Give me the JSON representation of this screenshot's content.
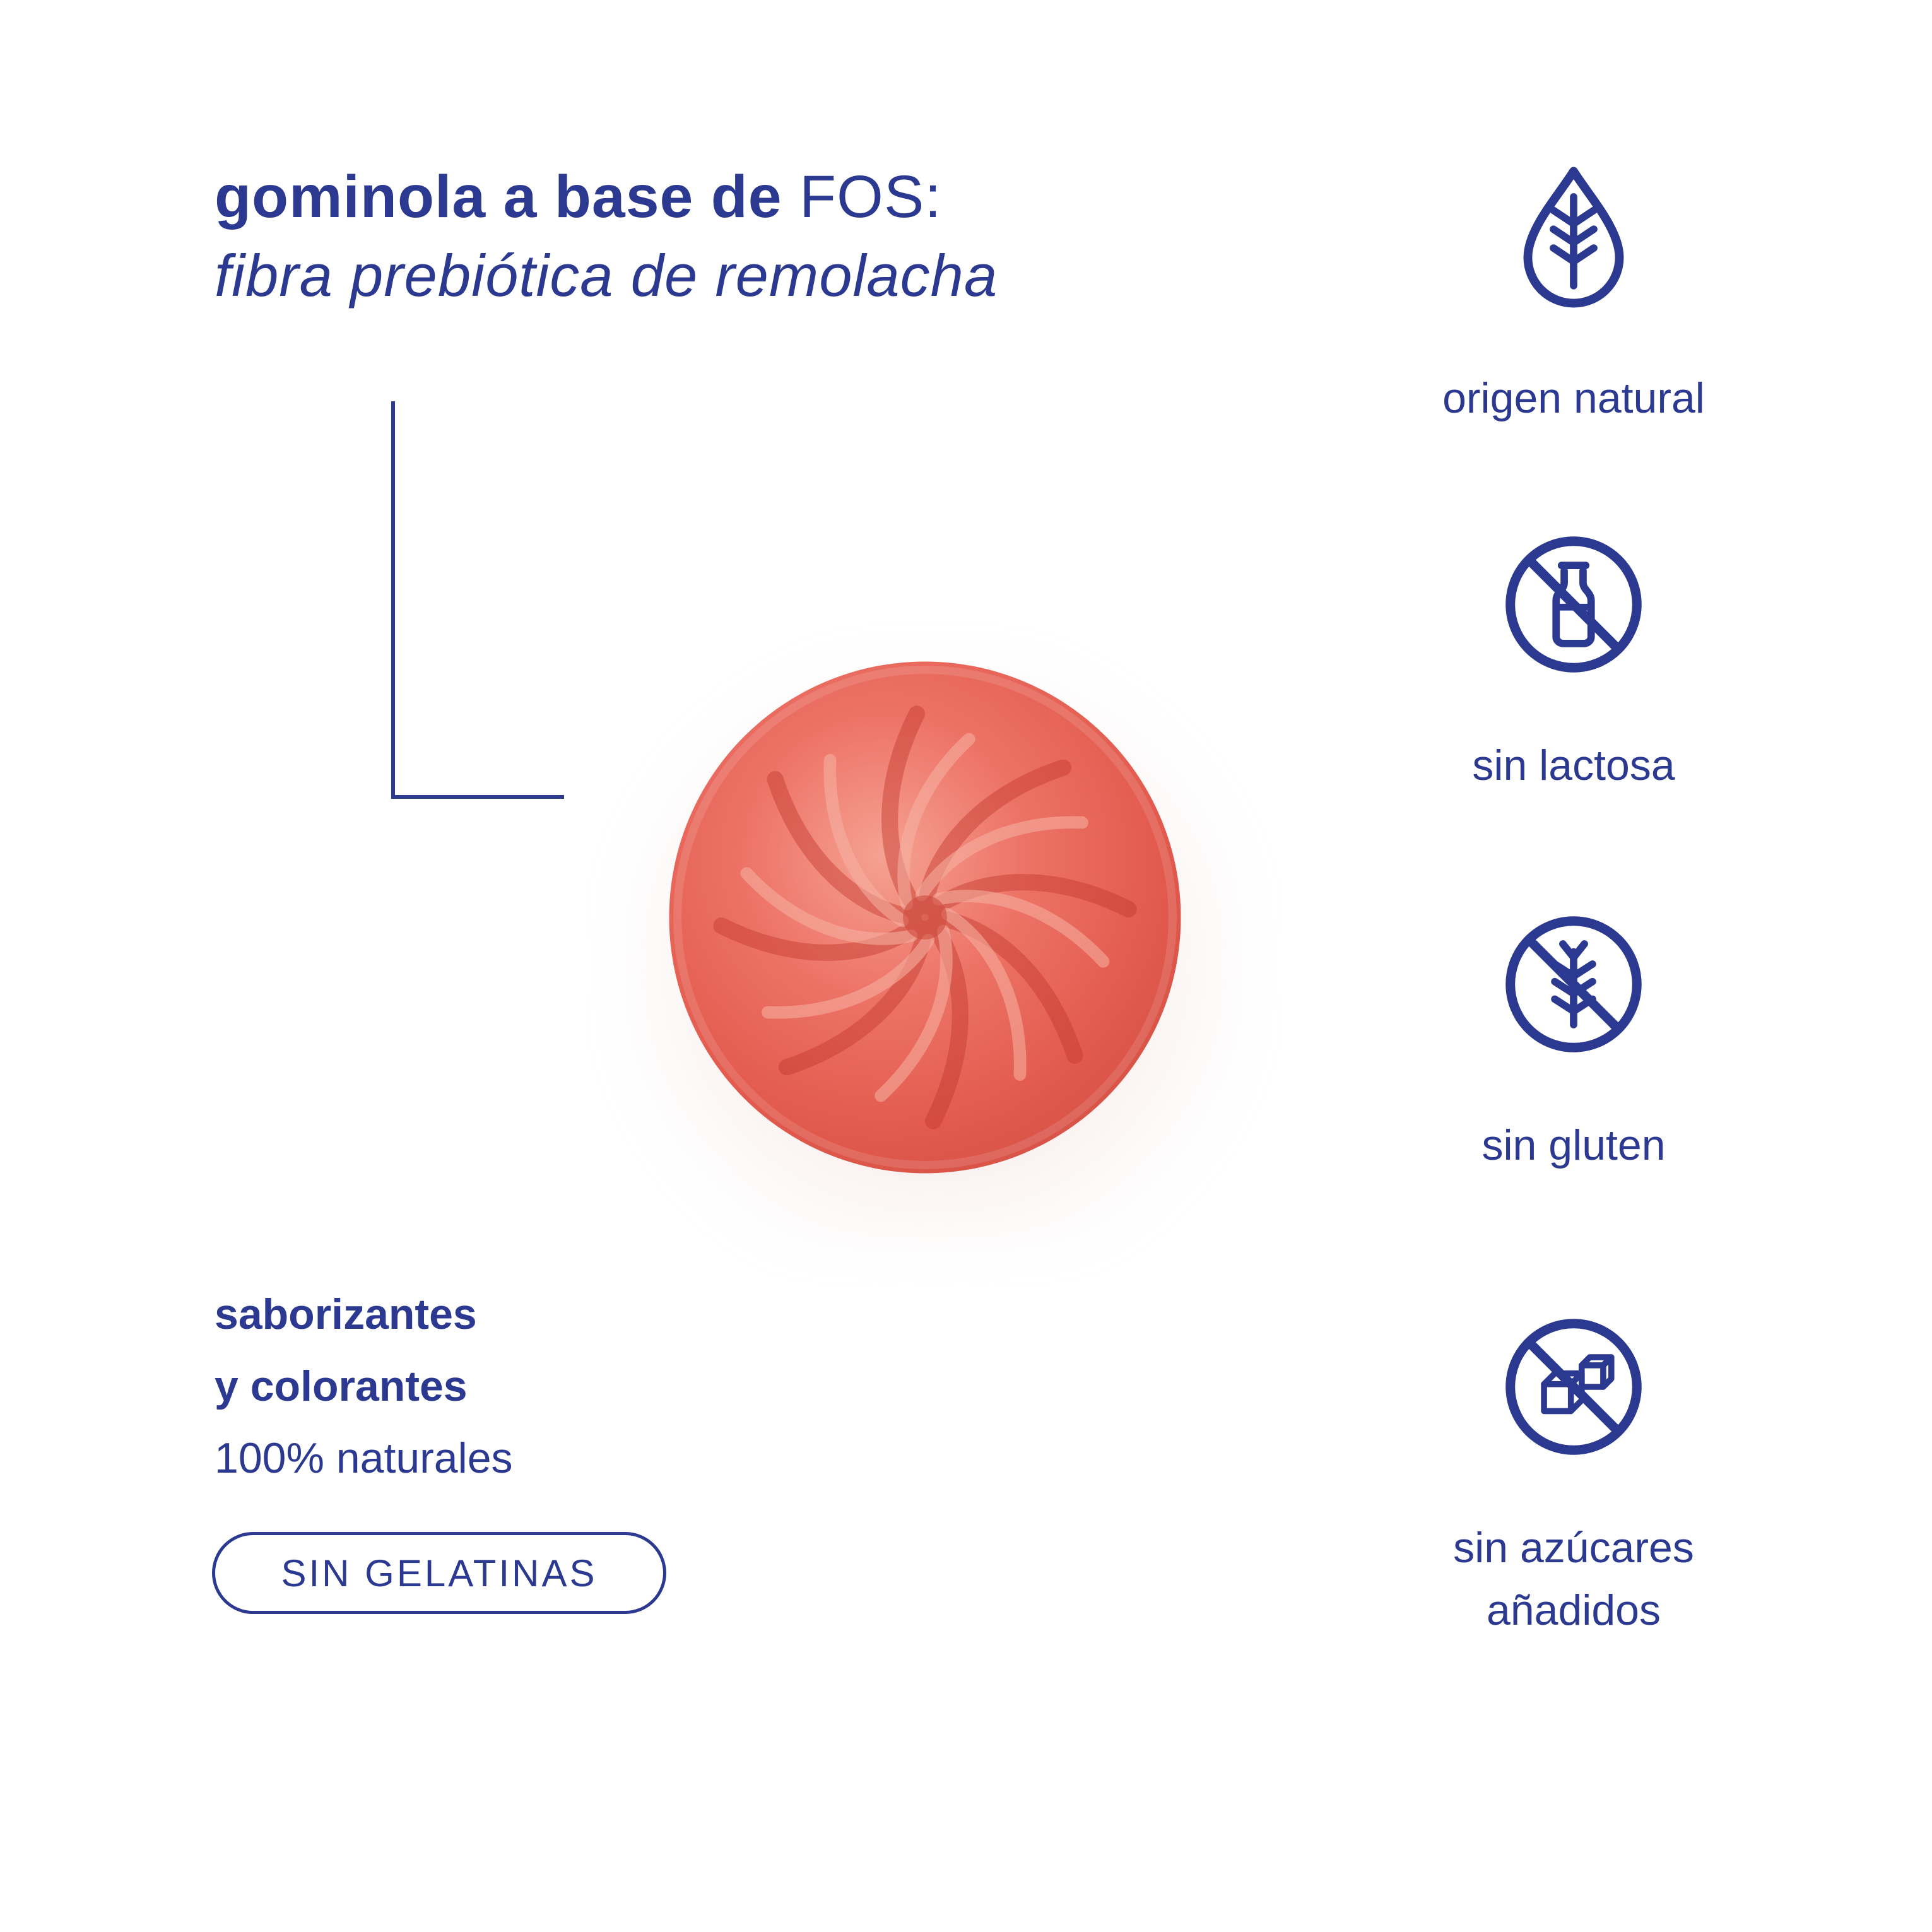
{
  "colors": {
    "accent_blue": "#2b3990",
    "gummy_light": "#f5a292",
    "gummy_main": "#e65c4f",
    "gummy_dark": "#cc4a40"
  },
  "title": {
    "bold": "gominola a base de ",
    "regular": "FOS:",
    "subtitle": "fibra prebiótica de remolacha"
  },
  "product": {
    "image_name": "red-swirl-gummy"
  },
  "left_text": {
    "line1": "saborizantes",
    "line2": "y colorantes",
    "line3": "100% naturales"
  },
  "badge": {
    "label": "SIN GELATINAS"
  },
  "features": [
    {
      "icon": "natural-origin-leaf-drop-icon",
      "label": "origen natural"
    },
    {
      "icon": "no-lactose-icon",
      "label": "sin lactosa"
    },
    {
      "icon": "no-gluten-icon",
      "label": "sin gluten"
    },
    {
      "icon": "no-added-sugar-icon",
      "label": "sin azúcares añadidos"
    }
  ]
}
